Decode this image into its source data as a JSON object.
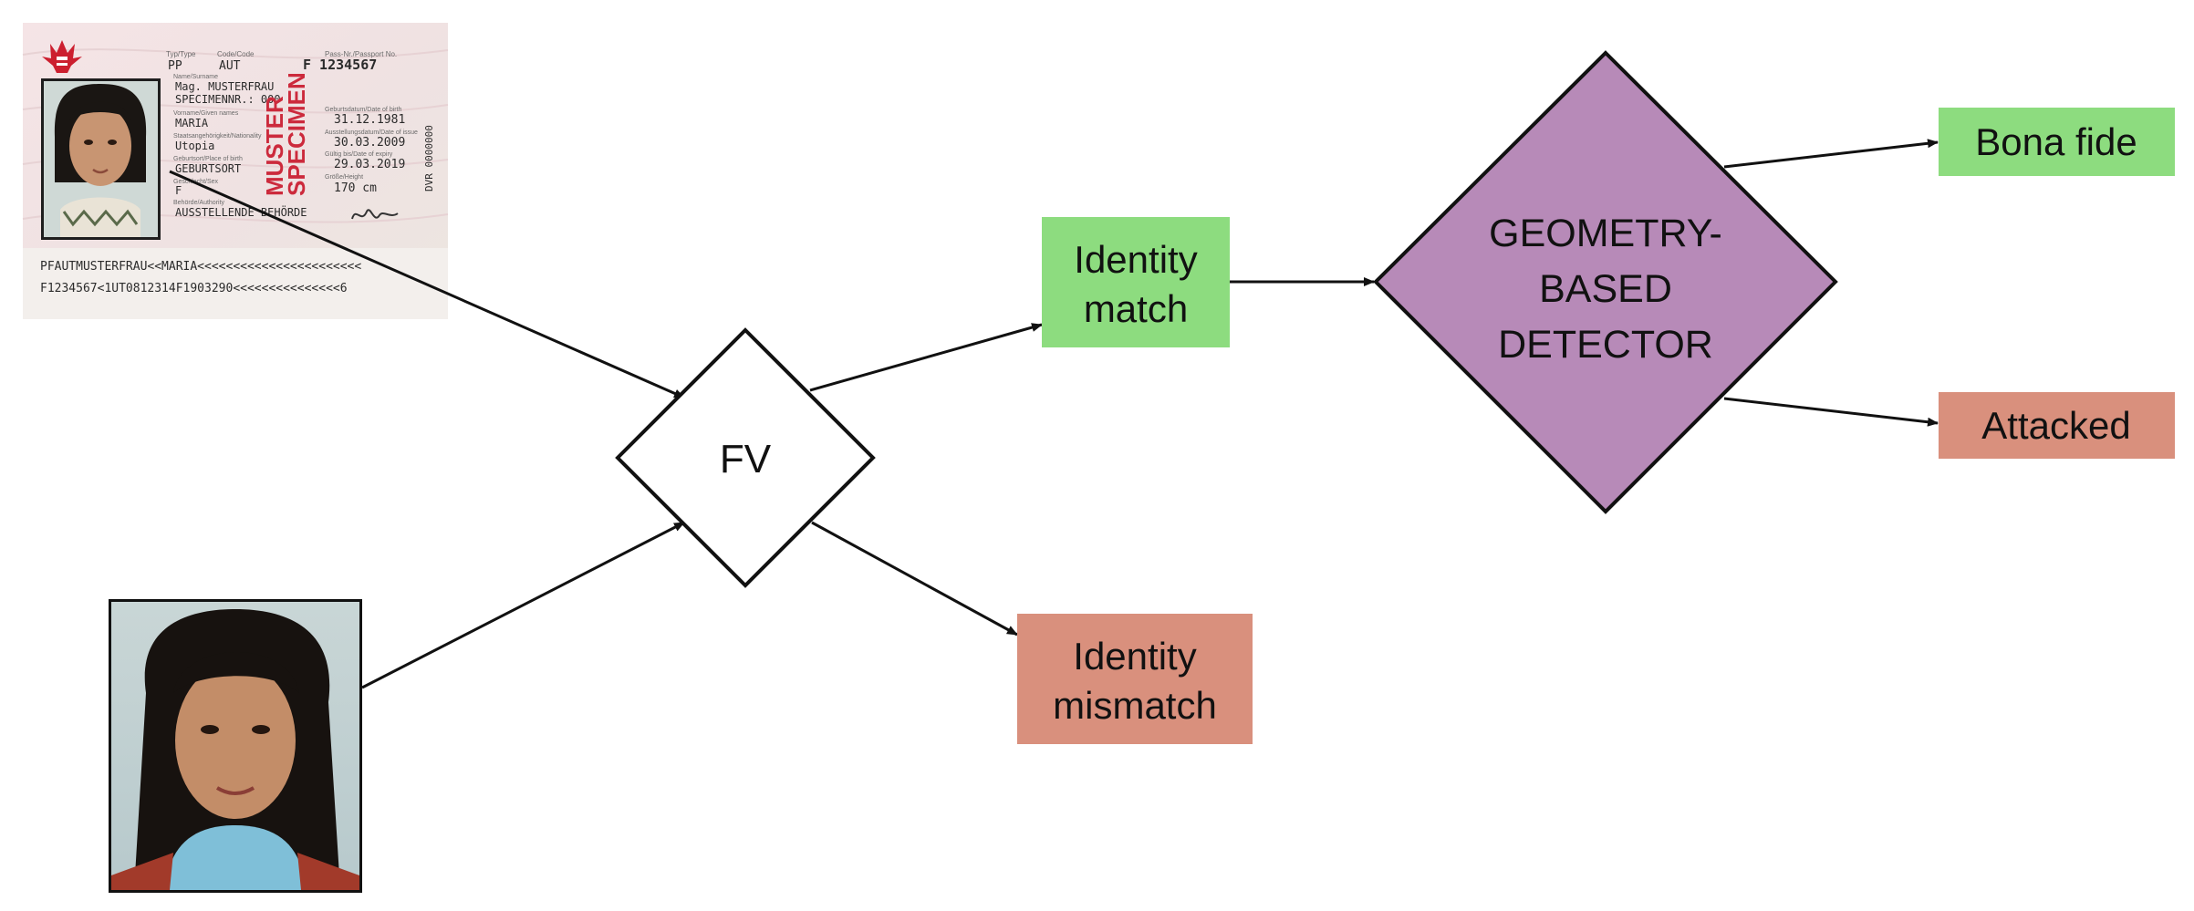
{
  "passport": {
    "header": {
      "type_label": "Typ/Type",
      "type": "PP",
      "code_label": "Code/Code",
      "code": "AUT",
      "number_label": "Pass-Nr./Passport No.",
      "number": "F 1234567"
    },
    "fields": [
      {
        "label": "Name/Surname",
        "value": "Mag. MUSTERFRAU"
      },
      {
        "label": "",
        "value": "SPECIMENNR.: 000"
      },
      {
        "label": "Vorname/Given names",
        "value": "MARIA"
      },
      {
        "label": "Staatsangehörigkeit/Nationality",
        "value": "Utopia"
      },
      {
        "label": "Geburtsort/Place of birth",
        "value": "GEBURTSORT"
      },
      {
        "label": "Geschlecht/Sex",
        "value": "F"
      },
      {
        "label": "Behörde/Authority",
        "value": "AUSSTELLENDE BEHÖRDE"
      }
    ],
    "right_fields": [
      {
        "label": "Geburtsdatum/Date of birth",
        "value": "31.12.1981"
      },
      {
        "label": "Ausstellungsdatum/Date of issue",
        "value": "30.03.2009"
      },
      {
        "label": "Gültig bis/Date of expiry",
        "value": "29.03.2019"
      },
      {
        "label": "Größe/Height",
        "value": "170 cm"
      }
    ],
    "stamp_lines": [
      "MUSTER",
      "SPECIMEN"
    ],
    "vertical_code": "DVR 0000000",
    "mrz": [
      "PFAUTMUSTERFRAU<<MARIA<<<<<<<<<<<<<<<<<<<<<<<",
      "F1234567<1UT0812314F1903290<<<<<<<<<<<<<<<6"
    ],
    "colors": {
      "background": "#f1e3e3",
      "stamp": "#cc2a3c",
      "eagle": "#cc1f2f"
    }
  },
  "nodes": {
    "fv": {
      "label": "FV",
      "fill": "#ffffff"
    },
    "identity_match": {
      "lines": [
        "Identity",
        "match"
      ],
      "fill": "#8ddc7f"
    },
    "identity_mismatch": {
      "lines": [
        "Identity",
        "mismatch"
      ],
      "fill": "#d9907d"
    },
    "detector": {
      "lines": [
        "GEOMETRY-",
        "BASED",
        "DETECTOR"
      ],
      "fill": "#b78ab8"
    },
    "bona_fide": {
      "label": "Bona fide",
      "fill": "#8ddc7f"
    },
    "attacked": {
      "label": "Attacked",
      "fill": "#d9907d"
    }
  },
  "icons": {
    "passport_image": "passport-document-icon",
    "probe_image": "face-photo-icon",
    "eagle": "austrian-eagle-icon"
  }
}
